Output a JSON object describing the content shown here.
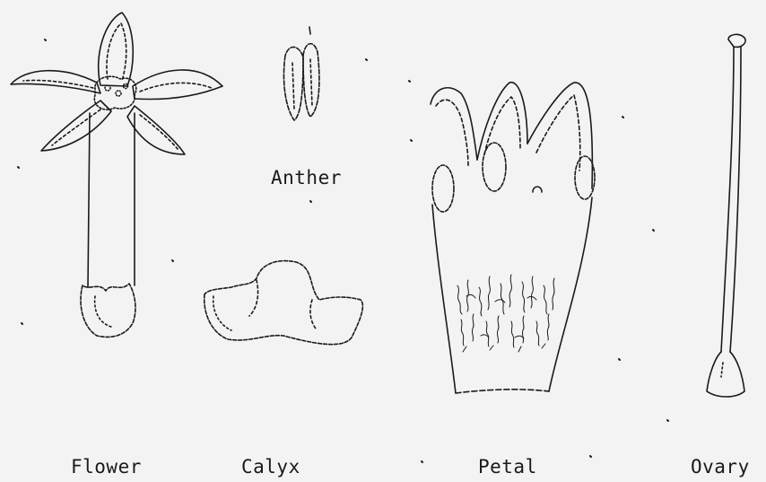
{
  "labels": {
    "anther": "Anther",
    "flower": "Flower",
    "calyx": "Calyx",
    "petal": "Petal",
    "ovary": "Ovary"
  },
  "colors": {
    "background": "#f3f3f3",
    "ink": "#1a1a1a"
  }
}
